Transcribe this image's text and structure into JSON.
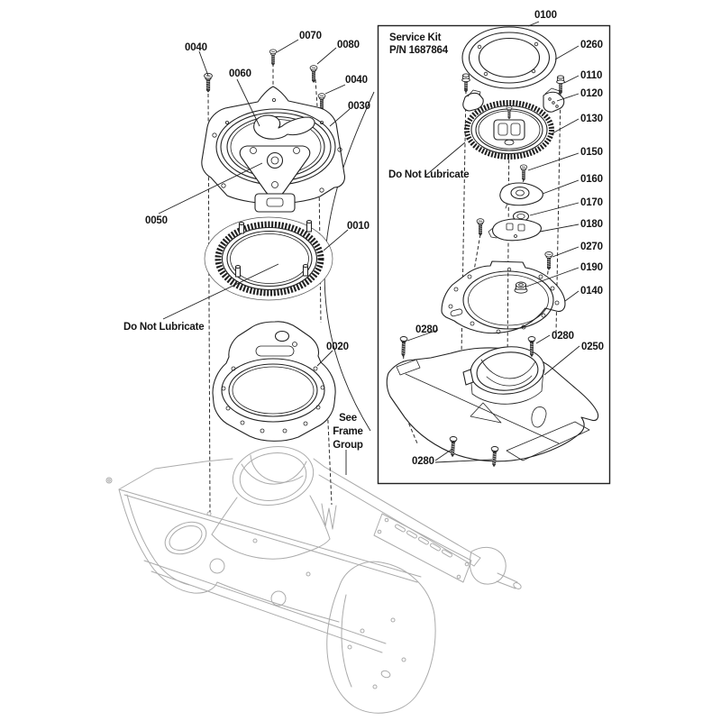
{
  "colors": {
    "ink": "#222222",
    "frame_ink": "#ababab",
    "background": "#ffffff"
  },
  "left_view": {
    "callout_0040_left": "0040",
    "callout_0070": "0070",
    "callout_0080": "0080",
    "callout_0060": "0060",
    "callout_0040_right": "0040",
    "callout_0030": "0030",
    "callout_0050": "0050",
    "callout_0010": "0010",
    "callout_0020": "0020",
    "note_do_not_lubricate": "Do Not Lubricate",
    "see_frame_group_line1": "See",
    "see_frame_group_line2": "Frame",
    "see_frame_group_line3": "Group"
  },
  "service_kit": {
    "callout_0100": "0100",
    "header_line1": "Service Kit",
    "header_line2": "P/N 1687864",
    "note_do_not_lubricate": "Do Not Lubricate",
    "callout_0260": "0260",
    "callout_0110": "0110",
    "callout_0120": "0120",
    "callout_0130": "0130",
    "callout_0150": "0150",
    "callout_0160": "0160",
    "callout_0170": "0170",
    "callout_0180": "0180",
    "callout_0270": "0270",
    "callout_0190": "0190",
    "callout_0140": "0140",
    "callout_0280_upper_left": "0280",
    "callout_0280_upper_right": "0280",
    "callout_0250": "0250",
    "callout_0280_bottom": "0280"
  }
}
